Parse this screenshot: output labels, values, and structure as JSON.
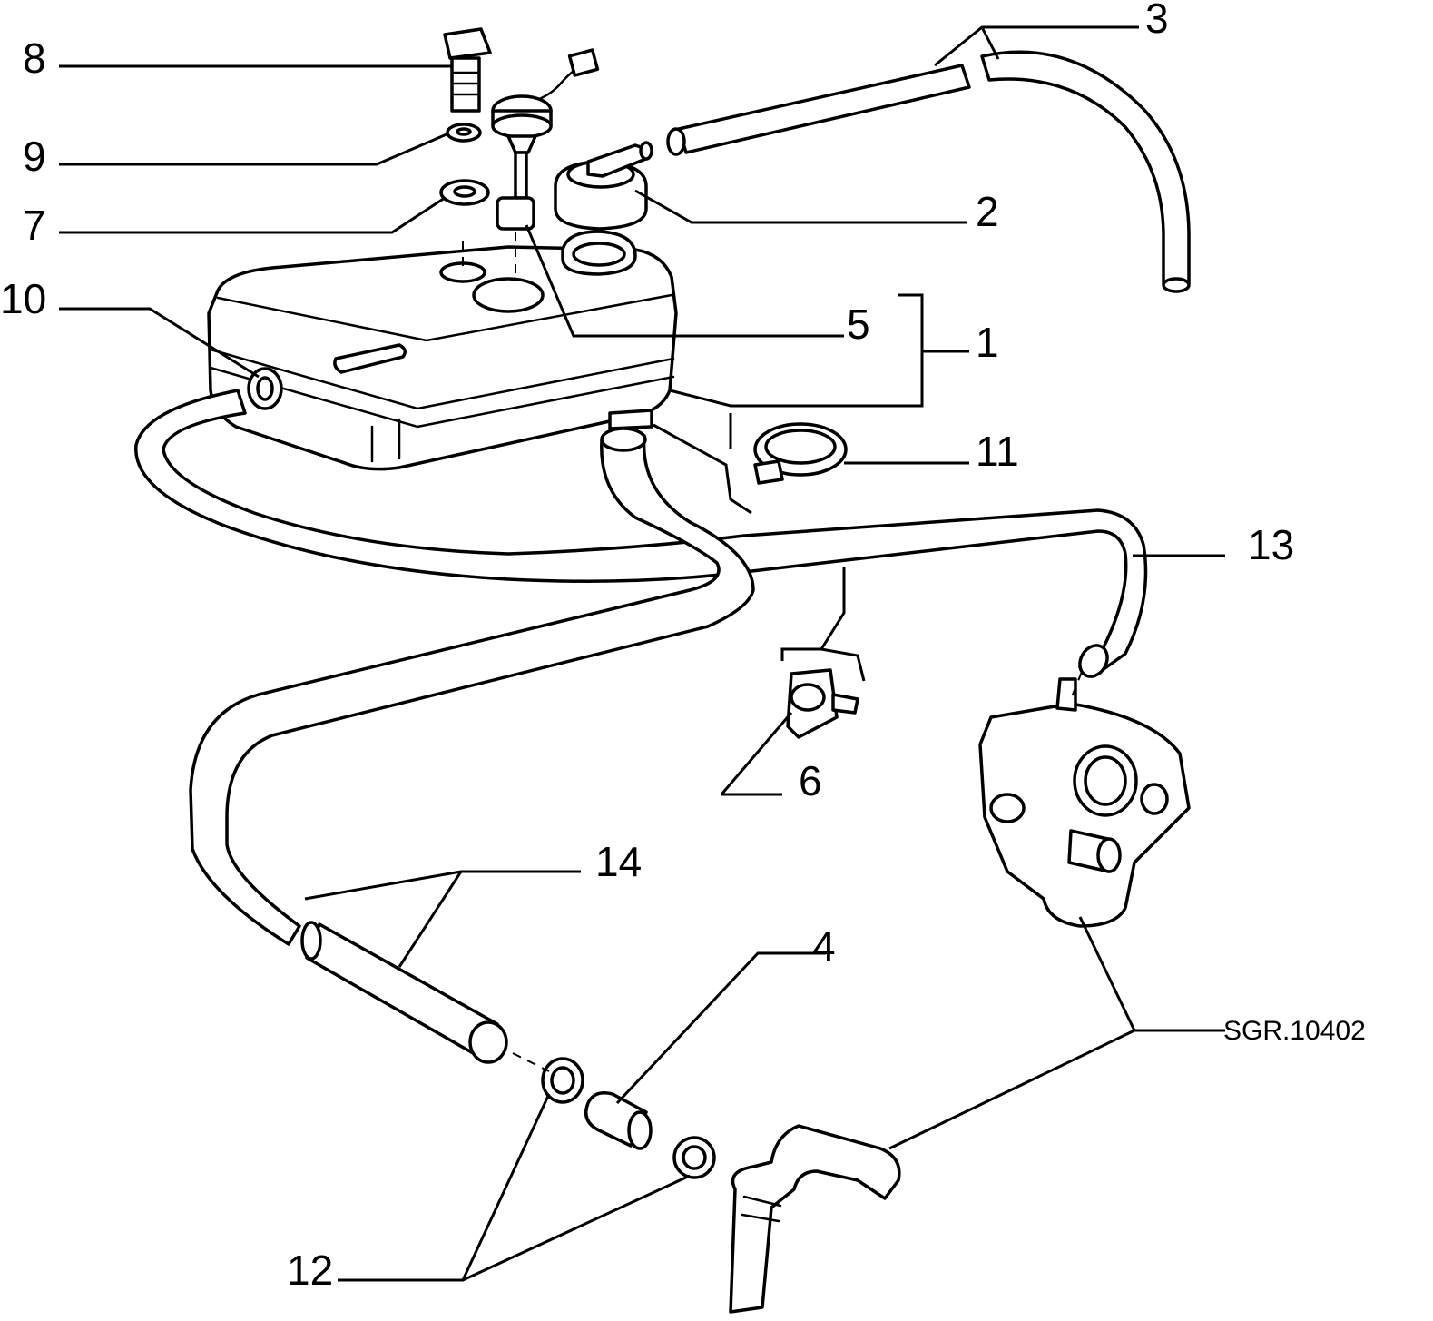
{
  "callouts": {
    "n1": "1",
    "n2": "2",
    "n3": "3",
    "n4": "4",
    "n5": "5",
    "n6": "6",
    "n7": "7",
    "n8": "8",
    "n9": "9",
    "n10": "10",
    "n11": "11",
    "n12": "12",
    "n13": "13",
    "n14": "14"
  },
  "reference_code": "SGR.10402"
}
